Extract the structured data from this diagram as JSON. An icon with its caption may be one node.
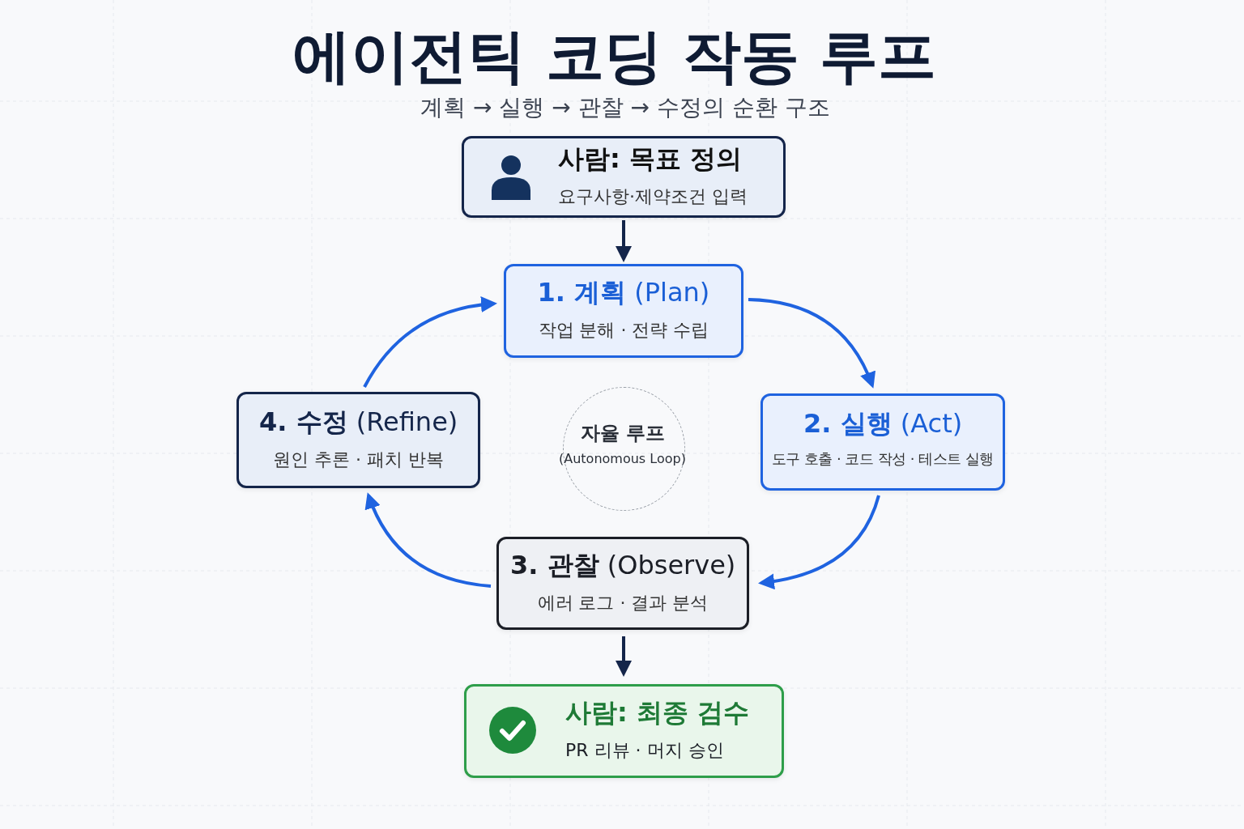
{
  "diagram": {
    "title": "에이전틱 코딩 작동 루프",
    "nodes": [
      {
        "text": [
          "사람: 목표 정의",
          "요구사항·제약조건 입력"
        ]
      },
      {
        "text": [
          "**1. 계획** (Plan)",
          "작업 분해 · 전략 수립"
        ]
      },
      {
        "text": [
          "**4. 수정** (Refine)",
          "원인 추론 · 패치 반복"
        ]
      },
      {
        "text": [
          "자율 루프",
          "(Autonomous Loop)"
        ]
      },
      {
        "text": [
          "**2. 실행** (Act)",
          "도구 호출 · 코드 작성 · 테스트 실행"
        ]
      },
      {
        "text": [
          "**3. 관찰** (Observe)",
          "에러 로그 · 결과 분석"
        ]
      },
      {
        "text": [
          "사람: 최종 검수",
          "PR 리뷰 · 머지 승인"
        ]
      }
    ],
    "edges": [
      {
        "from": 0,
        "to": 1,
        "arrow": "to",
        "color": "#14254a"
      },
      {
        "from": 1,
        "to": 4,
        "arrow": "to"
      },
      {
        "from": 4,
        "to": 5,
        "arrow": "to"
      },
      {
        "from": 5,
        "to": 2,
        "arrow": "to"
      },
      {
        "from": 2,
        "to": 1,
        "arrow": "to"
      },
      {
        "from": 5,
        "to": 6,
        "arrow": "to",
        "color": "#14254a"
      }
    ],
    "labels": [
      "계획 → 실행 → 관찰 → 수정의 순환 구조"
    ]
  }
}
